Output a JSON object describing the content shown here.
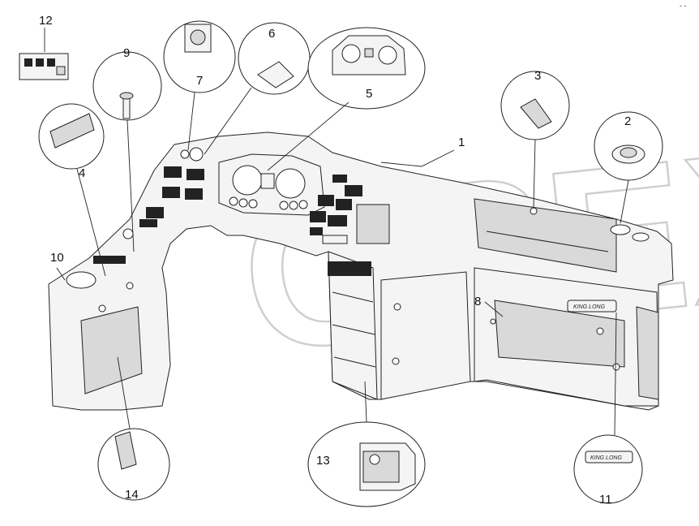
{
  "diagram": {
    "callouts": [
      {
        "id": "1",
        "label": "1"
      },
      {
        "id": "2",
        "label": "2"
      },
      {
        "id": "3",
        "label": "3"
      },
      {
        "id": "4",
        "label": "4"
      },
      {
        "id": "5",
        "label": "5"
      },
      {
        "id": "6",
        "label": "6"
      },
      {
        "id": "7",
        "label": "7"
      },
      {
        "id": "8",
        "label": "8"
      },
      {
        "id": "9",
        "label": "9"
      },
      {
        "id": "10",
        "label": "10"
      },
      {
        "id": "11",
        "label": "11"
      },
      {
        "id": "12",
        "label": "12"
      },
      {
        "id": "13",
        "label": "13"
      },
      {
        "id": "14",
        "label": "14"
      }
    ],
    "watermark": "OPEX",
    "badge_text": "KING LONG",
    "corner_mark": "- -"
  }
}
